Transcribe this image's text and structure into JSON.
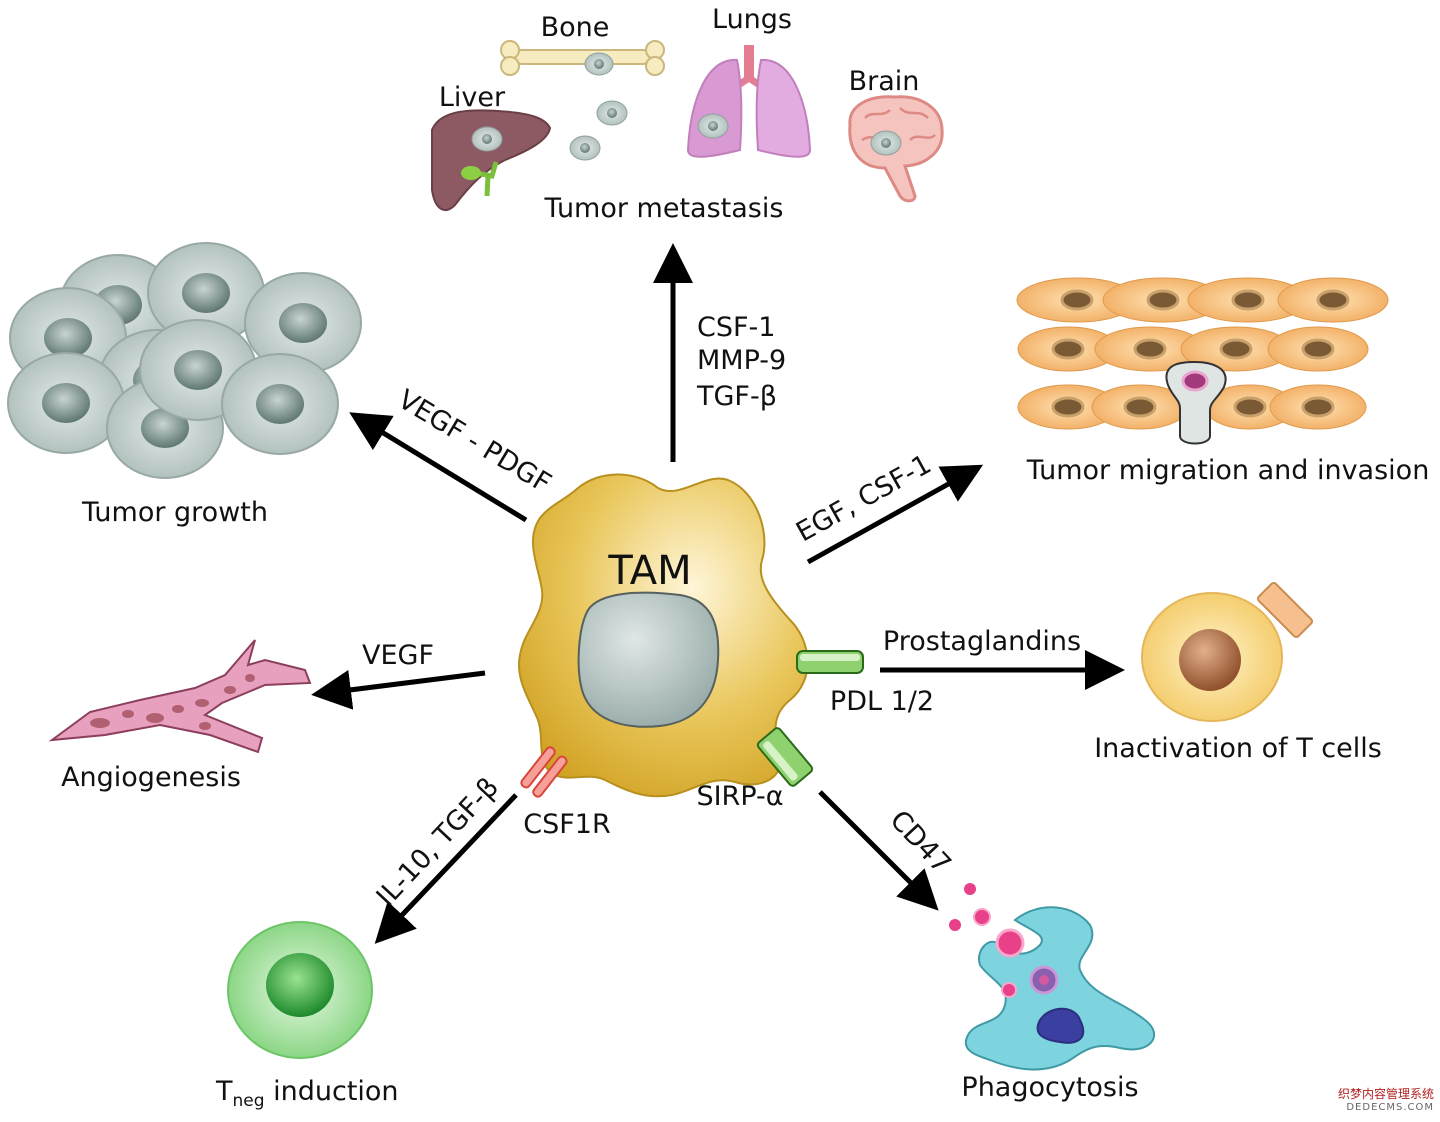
{
  "center": {
    "label": "TAM"
  },
  "receptors": {
    "pdl": "PDL 1/2",
    "sirp": "SIRP-α",
    "csf1r": "CSF1R"
  },
  "metastasis": {
    "title": "Tumor metastasis",
    "organs": {
      "bone": "Bone",
      "lungs": "Lungs",
      "liver": "Liver",
      "brain": "Brain"
    },
    "factors": [
      "CSF-1",
      "MMP-9",
      "TGF-β"
    ]
  },
  "growth": {
    "title": "Tumor growth",
    "factor": "VEGF - PDGF"
  },
  "migration": {
    "title": "Tumor migration and invasion",
    "factor": "EGF, CSF-1"
  },
  "angiogenesis": {
    "title": "Angiogenesis",
    "factor": "VEGF"
  },
  "tcells": {
    "title": "Inactivation of T cells",
    "factor": "Prostaglandins"
  },
  "treg": {
    "title_main": "T",
    "title_sub": "neg",
    "title_rest": " induction",
    "factor": "IL-10, TGF-β"
  },
  "phagocytosis": {
    "title": "Phagocytosis",
    "factor": "CD47"
  },
  "watermark": {
    "line1": "织梦内容管理系统",
    "line2": "DEDECMS.COM"
  },
  "colors": {
    "tam": "#d9ad2b",
    "tumor_cell": "#b9c7c4",
    "migration_cell": "#f3b86c",
    "lungs": "#d99ad3",
    "vessel": "#e59db6",
    "tcell": "#f4cf78",
    "treg": "#7fd27a",
    "phago": "#7ed4de",
    "arrow": "#000000"
  }
}
